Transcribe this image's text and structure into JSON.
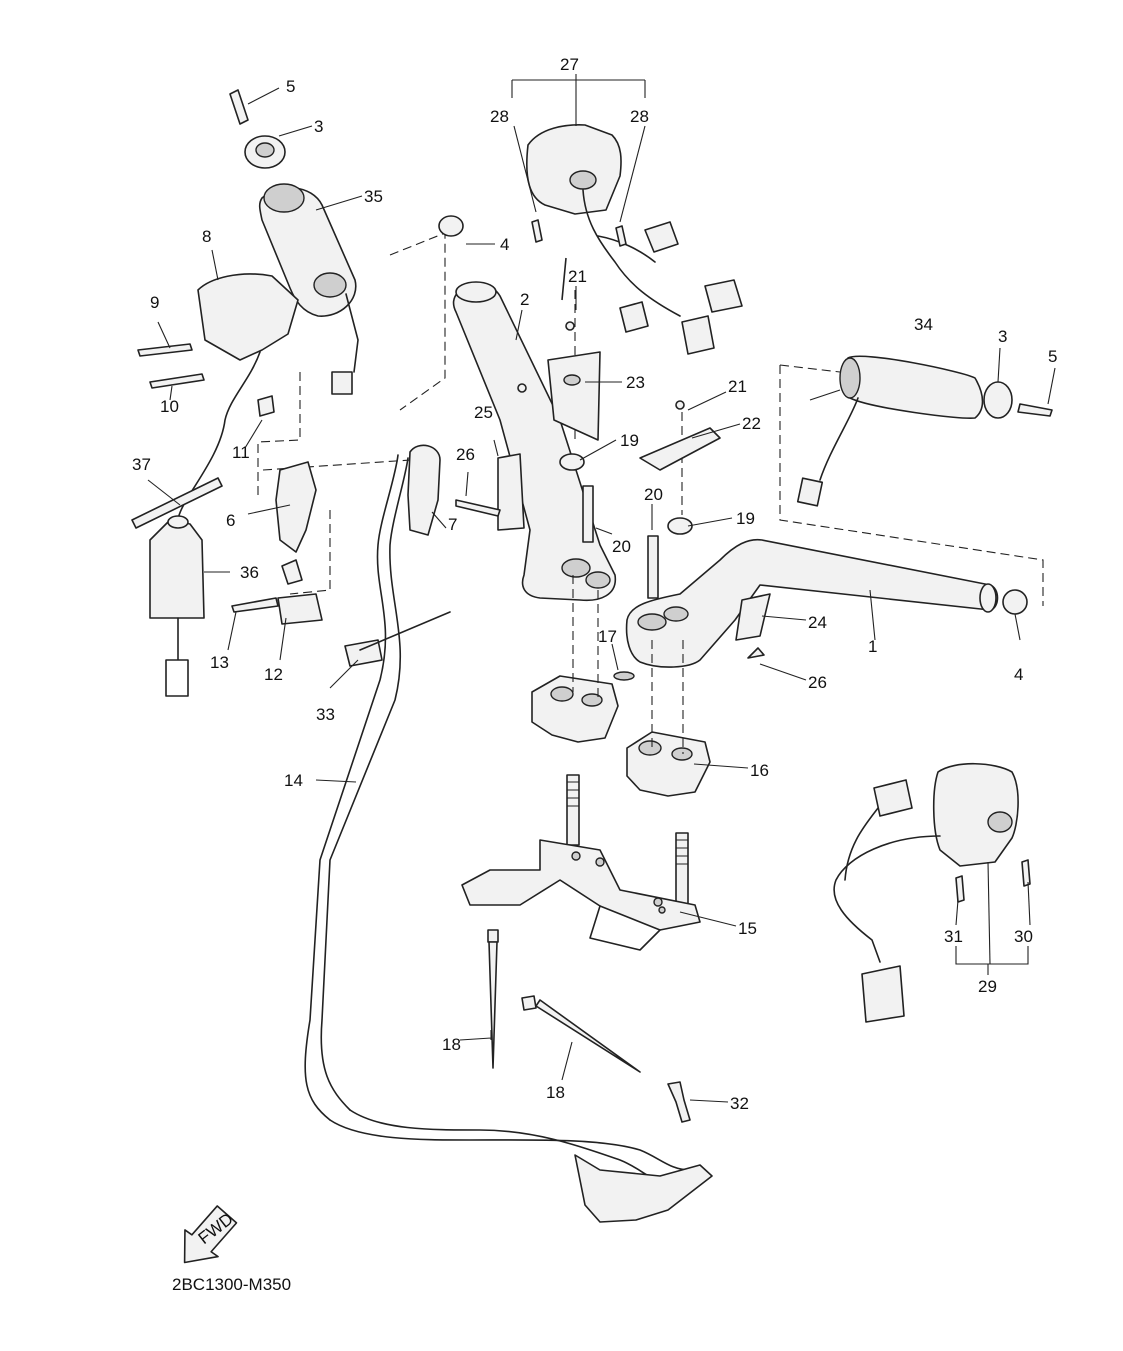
{
  "drawing_code": "2BC1300-M350",
  "fwd_label": "FWD",
  "callouts": {
    "c1": "1",
    "c2": "2",
    "c3a": "3",
    "c3b": "3",
    "c4a": "4",
    "c4b": "4",
    "c5a": "5",
    "c5b": "5",
    "c6": "6",
    "c7": "7",
    "c8": "8",
    "c9": "9",
    "c10": "10",
    "c11": "11",
    "c12": "12",
    "c13": "13",
    "c14": "14",
    "c15": "15",
    "c16": "16",
    "c17": "17",
    "c18a": "18",
    "c18b": "18",
    "c19a": "19",
    "c19b": "19",
    "c20a": "20",
    "c20b": "20",
    "c21a": "21",
    "c21b": "21",
    "c22": "22",
    "c23": "23",
    "c24": "24",
    "c25": "25",
    "c26a": "26",
    "c26b": "26",
    "c27": "27",
    "c28a": "28",
    "c28b": "28",
    "c29": "29",
    "c30": "30",
    "c31": "31",
    "c32": "32",
    "c33": "33",
    "c34": "34",
    "c35": "35",
    "c36": "36",
    "c37": "37"
  }
}
